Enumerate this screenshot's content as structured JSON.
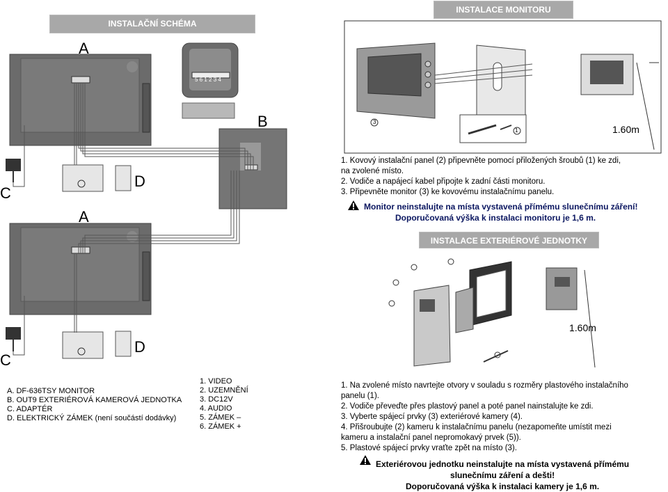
{
  "banners": {
    "schema": "INSTALAČNÍ SCHÉMA",
    "monitor": "INSTALACE MONITORU",
    "exterior": "INSTALACE EXTERIÉROVÉ JEDNOTKY"
  },
  "diagram_labels": {
    "a_top": "A",
    "a_bottom": "A",
    "b": "B",
    "c_top": "C",
    "c_bottom": "C",
    "d_top": "D",
    "d_bottom": "D",
    "terminal_top": "5 6 1 2 3 4",
    "height_monitor": "1.60m",
    "height_camera": "1.60m",
    "callout_1": "1",
    "callout_3": "3"
  },
  "legend_left": [
    "A. DF-636TSY MONITOR",
    "B. OUT9 EXTERIÉROVÁ KAMEROVÁ JEDNOTKA",
    "C. ADAPTÉR",
    "D. ELEKTRICKÝ ZÁMEK (není součástí dodávky)"
  ],
  "legend_right": [
    "1. VIDEO",
    "2. UZEMNĚNÍ",
    "3. DC12V",
    "4. AUDIO",
    "5. ZÁMEK –",
    "6. ZÁMEK +"
  ],
  "monitor_steps": [
    "1. Kovový instalační panel (2) připevněte pomocí přiložených šroubů (1) ke zdi,",
    "na zvolené místo.",
    "2. Vodiče a napájecí kabel připojte k zadní části monitoru.",
    "3. Připevněte monitor (3) ke kovovému instalačnímu panelu."
  ],
  "monitor_warning": [
    "Monitor neinstalujte na místa vystavená přímému slunečnímu záření!",
    "Doporučovaná výška k instalaci monitoru je 1,6 m."
  ],
  "exterior_steps": [
    "1. Na zvolené místo navrtejte otvory v souladu s rozměry plastového instalačního",
    "panelu (1).",
    "2. Vodiče převeďte přes plastový panel a poté panel nainstalujte ke zdi.",
    "3. Vyberte spájecí prvky (3) exteriérové kamery (4).",
    "4. Přišroubujte (2) kameru k instalačnímu panelu (nezapomeňte umístit mezi",
    "kameru a instalační panel nepromokavý prvek (5)).",
    "5. Plastové spájecí prvky vraťte zpět na místo (3)."
  ],
  "exterior_warning": [
    "Exteriérovou jednotku neinstalujte na místa vystavená přímému",
    "slunečnímu záření a dešti!",
    "Doporučovaná výška k instalaci kamery je 1,6 m."
  ],
  "icons": [
    "warning-icon"
  ],
  "colors": {
    "banner": "#a8a8a8",
    "device": "#6b6b6b",
    "warning_text": "#0a1660"
  }
}
